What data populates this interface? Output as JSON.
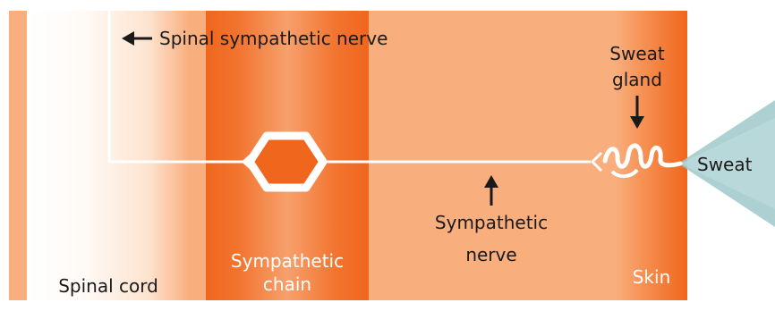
{
  "labels": {
    "spinal_sympathetic_nerve": "Spinal sympathetic nerve",
    "sweat_gland_line1": "Sweat",
    "sweat_gland_line2": "gland",
    "sweat": "Sweat",
    "sympathetic_nerve_line1": "Sympathetic",
    "sympathetic_nerve_line2": "nerve",
    "spinal_cord": "Spinal cord",
    "sympathetic_chain_line1": "Sympathetic",
    "sympathetic_chain_line2": "chain",
    "skin": "Skin"
  },
  "colors": {
    "background_peach": "#F9AE7D",
    "band_orange": "#F0661C",
    "nerve_white": "#FFFFFF",
    "ganglion_fill": "#F0661C",
    "sweat_teal": "#9FC9CB",
    "text_dark": "#1A1A1A",
    "text_light": "#FFFFFF"
  }
}
